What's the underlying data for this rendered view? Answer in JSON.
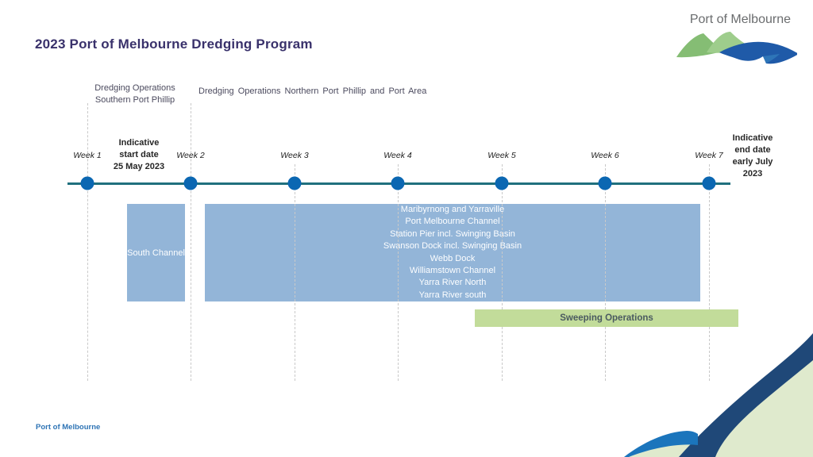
{
  "title": "2023 Port of Melbourne Dredging Program",
  "logo": {
    "text": "Port of Melbourne"
  },
  "labels": {
    "southern": "Dredging Operations Southern Port Phillip",
    "northern": "Dredging Operations Northern Port Phillip and Port Area"
  },
  "timeline": {
    "weeks": [
      "Week 1",
      "Week 2",
      "Week 3",
      "Week 4",
      "Week 5",
      "Week 6",
      "Week 7"
    ],
    "start_note": [
      "Indicative",
      "start date",
      "25 May 2023"
    ],
    "end_note": [
      "Indicative",
      "end date",
      "early July",
      "2023"
    ]
  },
  "bars": {
    "south_channel": {
      "label": "South Channel",
      "start_week": 1.4,
      "end_week": 1.9,
      "color": "#93B5D8"
    },
    "northern": {
      "lines": [
        "Maribyrnong and Yarraville",
        "Port Melbourne Channel",
        "Station Pier incl. Swinging Basin",
        "Swanson Dock incl. Swinging Basin",
        "Webb Dock",
        "Williamstown Channel",
        "Yarra River North",
        "Yarra River south"
      ],
      "start_week": 2.1,
      "end_week": 6.9,
      "color": "#93B5D8"
    },
    "sweeping": {
      "label": "Sweeping Operations",
      "start_week": 4.7,
      "end_week": 7.3,
      "color": "#C2DC9A"
    }
  },
  "footer": {
    "text": "Port of Melbourne"
  },
  "colors": {
    "title": "#39316B",
    "timeline_line": "#20707E",
    "week_dot": "#0B67B2",
    "bar_blue": "#93B5D8",
    "bar_green": "#C2DC9A",
    "corner_navy": "#1F4878",
    "corner_pale_green": "#DFEACD",
    "corner_blue": "#1B75BC"
  }
}
